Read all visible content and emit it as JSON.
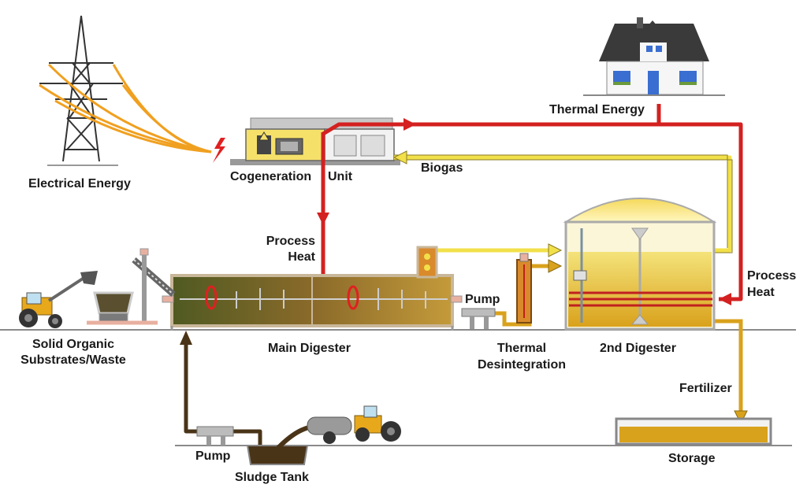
{
  "labels": {
    "electrical_energy": "Electrical Energy",
    "cogeneration": "Cogeneration",
    "unit": "Unit",
    "biogas": "Biogas",
    "thermal_energy": "Thermal Energy",
    "process_heat_left_1": "Process",
    "process_heat_left_2": "Heat",
    "process_heat_right_1": "Process",
    "process_heat_right_2": "Heat",
    "pump_top": "Pump",
    "solid_organic_1": "Solid Organic",
    "solid_organic_2": "Substrates/Waste",
    "main_digester": "Main Digester",
    "thermal_1": "Thermal",
    "thermal_2": "Desintegration",
    "second_digester": "2nd Digester",
    "fertilizer": "Fertilizer",
    "pump_bottom": "Pump",
    "sludge_tank": "Sludge Tank",
    "storage": "Storage"
  },
  "colors": {
    "heat_pipe": "#d42020",
    "biogas_pipe": "#f2e04a",
    "electric_wire": "#f0a020",
    "sludge_pipe": "#4a3418",
    "substrate": "#d9a21c",
    "ground": "#7a7a7a"
  },
  "icons": {
    "power_tower": "transmission-tower-icon",
    "house": "house-icon",
    "spark": "lightning-icon",
    "tractor": "tractor-icon"
  }
}
